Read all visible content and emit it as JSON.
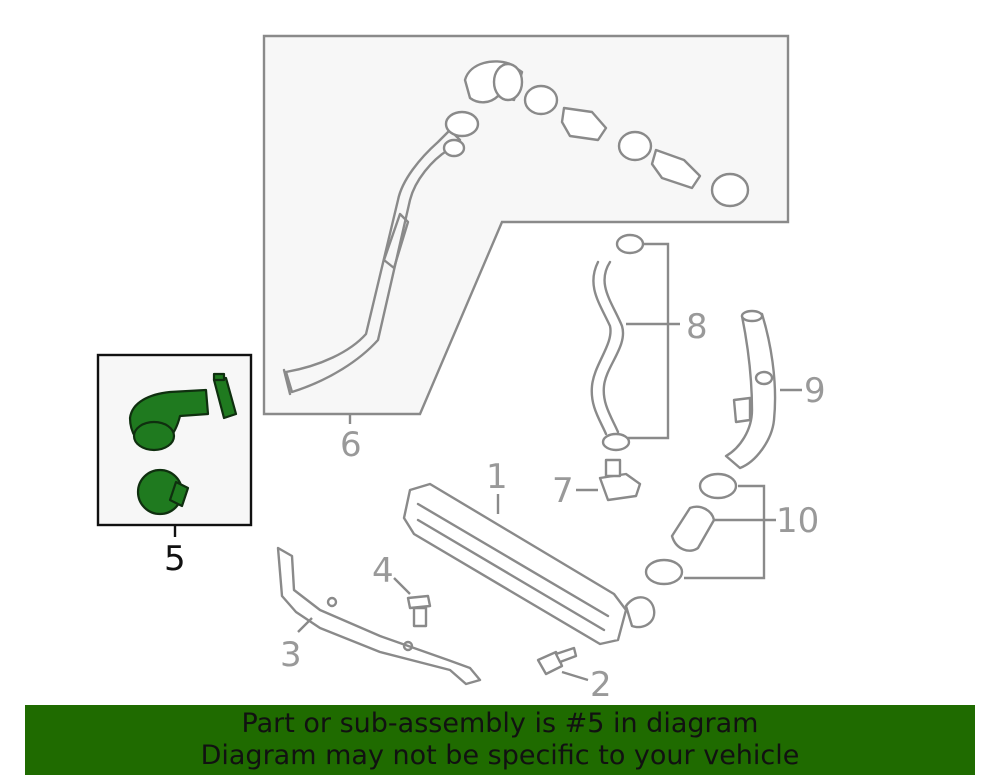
{
  "callouts": {
    "c1": "1",
    "c2": "2",
    "c3": "3",
    "c4": "4",
    "c5": "5",
    "c6": "6",
    "c7": "7",
    "c8": "8",
    "c9": "9",
    "c10": "10"
  },
  "banner": {
    "line1": "Part or sub-assembly is #5 in diagram",
    "line2": "Diagram may not be specific to your vehicle"
  },
  "colors": {
    "highlight": "#1f7a1f",
    "banner_bg": "#1f6b00",
    "line_art": "#8a8a8a"
  }
}
